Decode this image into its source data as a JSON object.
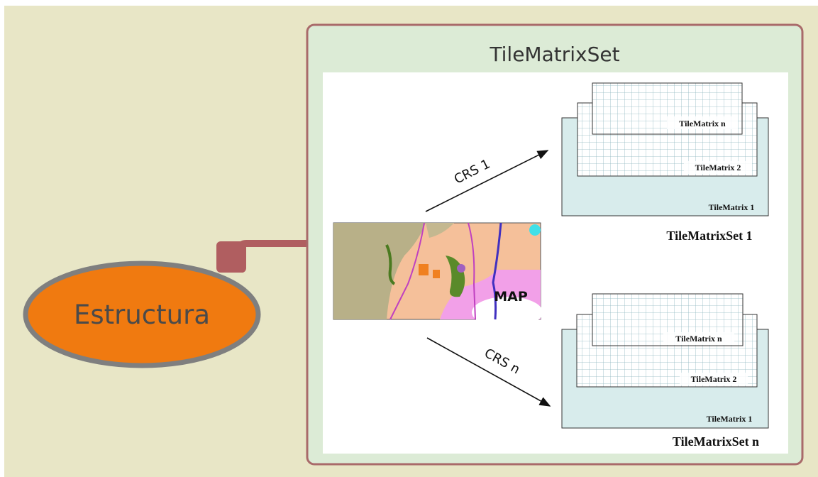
{
  "node": {
    "label": "Estructura"
  },
  "panel": {
    "title": "TileMatrixSet"
  },
  "map": {
    "label": "MAP"
  },
  "arrows": {
    "top": "CRS 1",
    "bottom": "CRS n"
  },
  "stack_top": {
    "set_label": "TileMatrixSet 1",
    "matrix_n": "TileMatrix n",
    "matrix_2": "TileMatrix 2",
    "matrix_1": "TileMatrix 1"
  },
  "stack_bottom": {
    "set_label": "TileMatrixSet n",
    "matrix_n": "TileMatrix n",
    "matrix_2": "TileMatrix 2",
    "matrix_1": "TileMatrix 1"
  },
  "colors": {
    "background": "#e8e6c6",
    "panel_fill": "#dcebd6",
    "panel_border": "#a96a6a",
    "connector": "#b05e60",
    "node_fill": "#f07a10",
    "node_border": "#7f7f7f",
    "node_text": "#4a4a4a",
    "tile_fill": "#d8ecec",
    "tile_grid": "#8fb7bf",
    "map_peach": "#f5c09a",
    "map_olive": "#b8b088",
    "map_pink": "#f2a0e8"
  }
}
